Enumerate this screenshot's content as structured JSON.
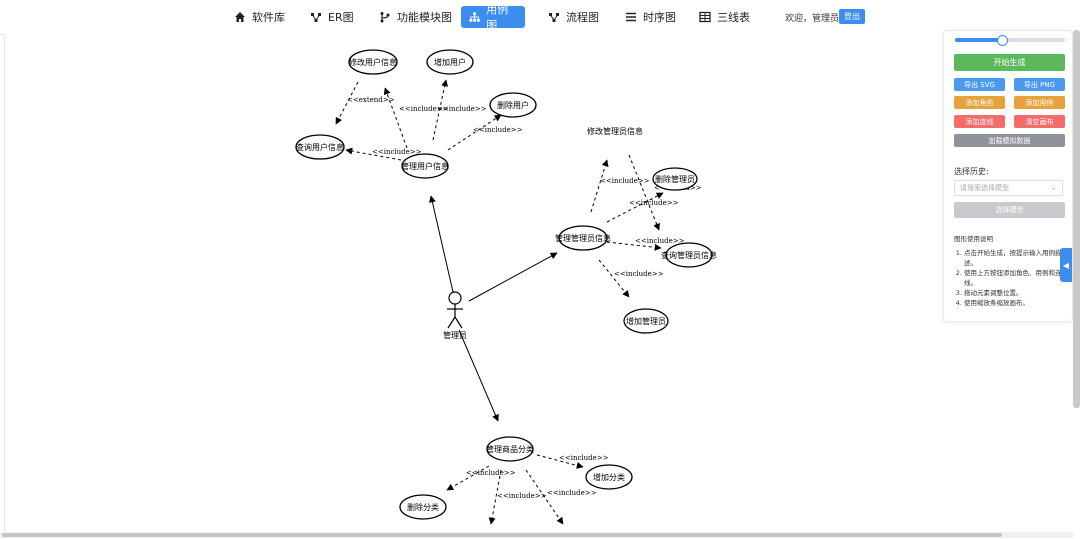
{
  "nav": {
    "items": [
      {
        "label": "软件库",
        "icon": "home-icon"
      },
      {
        "label": "ER图",
        "icon": "share-nodes-icon"
      },
      {
        "label": "功能模块图",
        "icon": "branch-icon"
      },
      {
        "label": "用例图",
        "icon": "sitemap-icon"
      },
      {
        "label": "流程图",
        "icon": "share-nodes-icon"
      },
      {
        "label": "时序图",
        "icon": "list-icon"
      },
      {
        "label": "三线表",
        "icon": "table-icon"
      }
    ],
    "active_index": 3,
    "welcome": "欢迎，管理员",
    "logout": "登出",
    "active_color": "#3b8df0"
  },
  "panel": {
    "zoom_fraction": 0.42,
    "generate": "开始生成",
    "export_svg": "导出 SVG",
    "export_png": "导出 PNG",
    "add_actor": "添加角色",
    "add_usecase": "添加用例",
    "add_line": "添加连线",
    "clear_canvas": "清空画布",
    "load_mock": "加载模拟数据",
    "history_label": "选择历史:",
    "history_placeholder": "请搜索选择模型",
    "select_model": "选择模型",
    "help_title": "图形使用说明",
    "help_steps": [
      "点击开始生成，按提示输入用例描述。",
      "使用上方按钮添加角色、用例和连线。",
      "拖动元素调整位置。",
      "使用缩放条缩放画布。"
    ],
    "colors": {
      "green": "#5cb85c",
      "blue": "#4a9af0",
      "orange": "#e6a23c",
      "red": "#f56c6c",
      "gray": "#909399"
    }
  },
  "diagram": {
    "actor": "管理员",
    "usecases": {
      "u_edit_user": "修改用户信息",
      "u_add_user": "增加用户",
      "u_del_user": "删除用户",
      "u_query_user": "查询用户信息",
      "u_manage_user": "管理用户信息",
      "u_edit_admin": "修改管理员信息",
      "u_del_admin": "删除管理员",
      "u_manage_admin": "管理管理员信息",
      "u_query_admin": "查询管理员信息",
      "u_add_admin": "增加管理员",
      "u_manage_cat": "管理商品分类",
      "u_add_cat": "增加分类",
      "u_del_cat": "删除分类"
    },
    "labels": {
      "include": "<<include>>",
      "extend": "<<extend>>"
    }
  }
}
